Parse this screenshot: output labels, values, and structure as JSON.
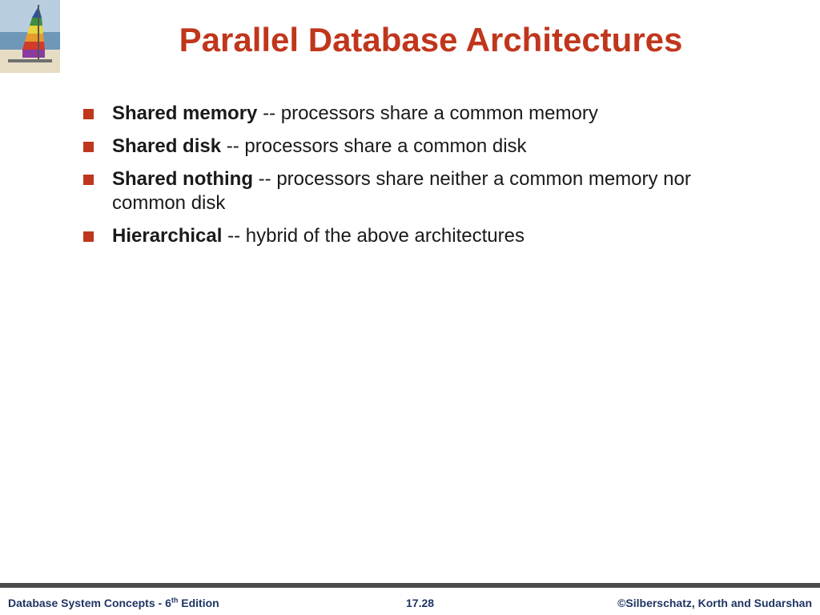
{
  "slide": {
    "title": "Parallel Database Architectures",
    "bullets": [
      {
        "term": "Shared memory",
        "text": " -- processors share a common memory"
      },
      {
        "term": "Shared disk",
        "text": " -- processors share a common disk"
      },
      {
        "term": "Shared nothing",
        "text": " -- processors share neither a common memory nor common disk"
      },
      {
        "term": "Hierarchical",
        "text": " -- hybrid of the above architectures"
      }
    ]
  },
  "footer": {
    "book_prefix": "Database System Concepts - 6",
    "book_sup": "th",
    "book_suffix": " Edition",
    "page_number": "17.28",
    "copyright": "©Silberschatz, Korth and Sudarshan"
  },
  "colors": {
    "title": "#c0361c",
    "bullet_marker": "#c0361c",
    "footer_text": "#1f3563",
    "footer_rule": "#4a4a4a"
  },
  "icons": {
    "logo": "sailboat-logo-icon"
  }
}
